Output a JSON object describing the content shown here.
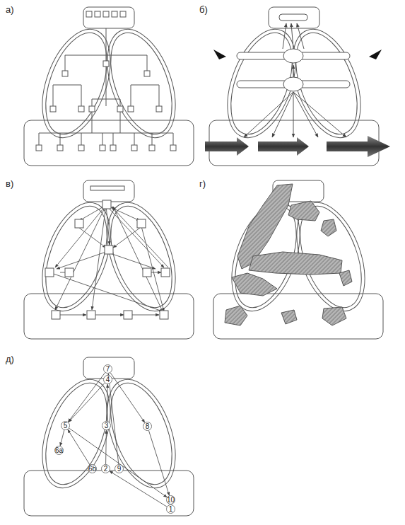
{
  "diagram": {
    "nodes": [
      {
        "text": [
          "7"
        ]
      },
      {
        "text": [
          "4"
        ]
      },
      {
        "text": [
          "5"
        ]
      },
      {
        "text": [
          "6a"
        ]
      },
      {
        "text": [
          "3"
        ]
      },
      {
        "text": [
          "8"
        ]
      },
      {
        "text": [
          "6b"
        ]
      },
      {
        "text": [
          "2"
        ]
      },
      {
        "text": [
          "9"
        ]
      },
      {
        "text": [
          "10"
        ]
      },
      {
        "text": [
          "1"
        ]
      }
    ],
    "edges": [
      {
        "from": 10,
        "to": 7,
        "arrow": "to"
      },
      {
        "from": 7,
        "to": 4,
        "arrow": "to"
      },
      {
        "from": 4,
        "to": 1,
        "arrow": "to"
      },
      {
        "from": 1,
        "to": 2,
        "arrow": "to"
      },
      {
        "from": 2,
        "to": 3,
        "arrow": "to"
      },
      {
        "from": 6,
        "to": 2,
        "arrow": "to"
      },
      {
        "from": 0,
        "to": 2,
        "arrow": "to"
      },
      {
        "from": 0,
        "to": 5,
        "arrow": "to"
      },
      {
        "from": 5,
        "to": 9,
        "arrow": "to"
      },
      {
        "from": 8,
        "to": 0,
        "arrow": "to"
      },
      {
        "from": 2,
        "to": 9,
        "arrow": "to"
      }
    ],
    "labels": [
      "а)",
      "б)",
      "в)",
      "г)",
      "д)"
    ]
  }
}
